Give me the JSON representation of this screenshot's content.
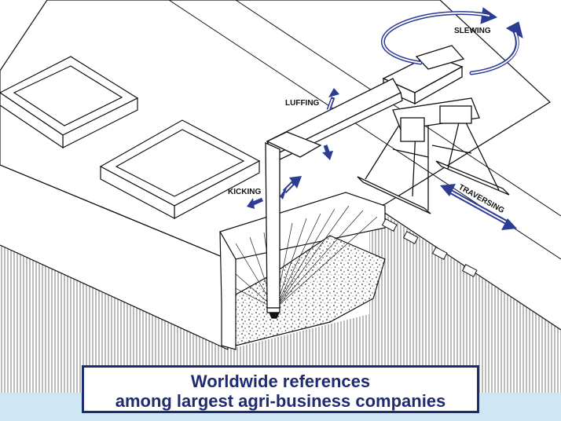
{
  "labels": {
    "slewing": "SLEWING",
    "luffing": "LUFFING",
    "kicking": "KICKING",
    "traversing": "TRAVERSING"
  },
  "caption": {
    "line1": "Worldwide references",
    "line2": "among largest agri-business companies"
  },
  "colors": {
    "arrow": "#2c3b93",
    "caption_border": "#1e2b6e",
    "caption_text": "#1e2b6e",
    "sky_band": "#cfe6f4"
  },
  "icons": [
    "rotation-arrow-icon",
    "double-arrow-icon"
  ]
}
